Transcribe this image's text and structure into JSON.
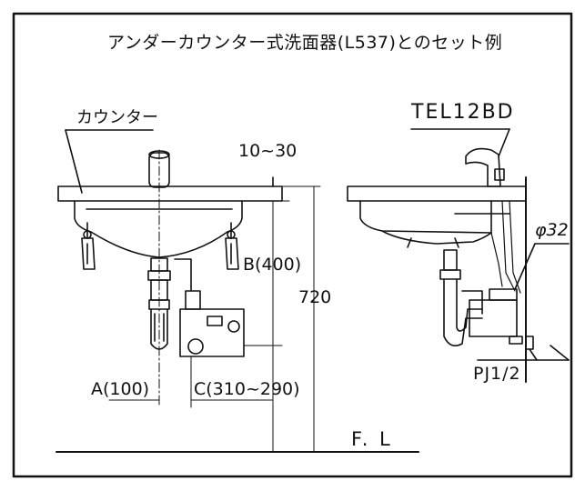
{
  "title": "アンダーカウンター式洗面器(L537)とのセット例",
  "labels": {
    "counter": "カウンター",
    "model": "TEL12BD",
    "floor": "F. L",
    "pipe_diameter": "φ32",
    "pipe_joint": "PJ1/2"
  },
  "dimensions": {
    "counter_thickness": "10~30",
    "b": "B(400)",
    "height": "720",
    "a": "A(100)",
    "c": "C(310~290)"
  }
}
